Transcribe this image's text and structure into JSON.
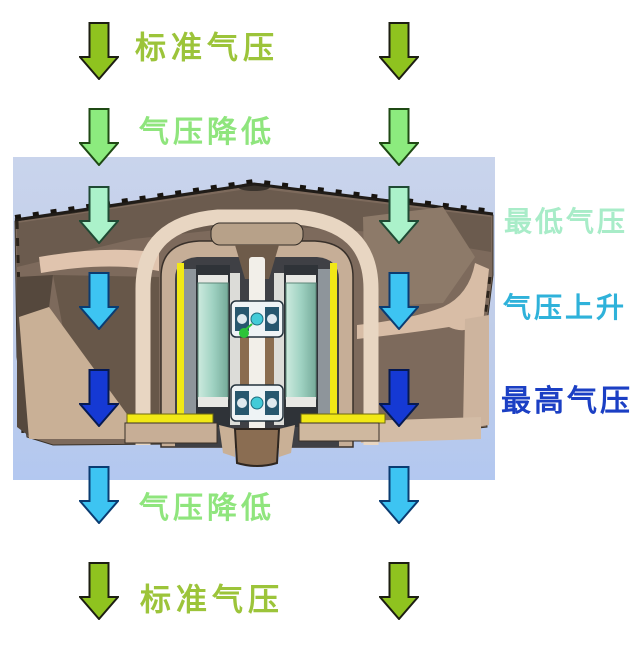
{
  "figure": {
    "description_labels": [
      {
        "text": "标准气压",
        "color": "#9cc43a"
      },
      {
        "text": "气压降低",
        "color": "#8fe57d"
      },
      {
        "text": "最低气压",
        "color": "#a8ecc8"
      },
      {
        "text": "气压上升",
        "color": "#2fb2da"
      },
      {
        "text": "最高气压",
        "color": "#1b3fc4"
      },
      {
        "text": "气压降低",
        "color": "#8fe57d"
      },
      {
        "text": "标准气压",
        "color": "#9cc43a"
      }
    ],
    "arrows": {
      "columns": 2,
      "direction": "down",
      "rows": [
        {
          "name": "standard-pressure-top",
          "color": "#8fc31f"
        },
        {
          "name": "pressure-lowering-top",
          "color": "#8ceb7e"
        },
        {
          "name": "lowest-pressure",
          "color": "#abf2ca"
        },
        {
          "name": "pressure-rising",
          "color": "#3dc4f2"
        },
        {
          "name": "highest-pressure",
          "color": "#1539d4"
        },
        {
          "name": "pressure-lowering-bottom",
          "color": "#3dc4f2"
        },
        {
          "name": "standard-pressure-bottom",
          "color": "#8fc31f"
        }
      ]
    },
    "image_palette": {
      "sky_band": "#c3cfe9",
      "sky_band_bottom": "#b5c9ef",
      "housing_brown": "#7d6a5c",
      "housing_shadow": "#5f5044",
      "blade_tan": "#d8bda6",
      "shell_tan": "#c6ae97",
      "pcb_yellow": "#f1e816",
      "coil_teal": "#9fd2c2",
      "bearing_teal": "#43cbd8",
      "led_green": "#2cc438"
    }
  }
}
